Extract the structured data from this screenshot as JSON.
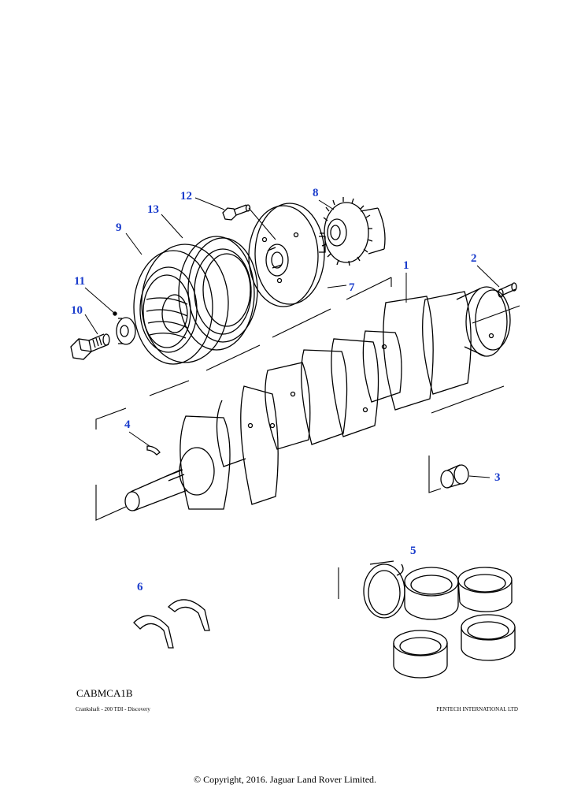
{
  "diagram": {
    "callouts": [
      "1",
      "2",
      "3",
      "4",
      "5",
      "6",
      "7",
      "8",
      "9",
      "10",
      "11",
      "12",
      "13"
    ],
    "code": "CABMCA1B",
    "caption": "Crankshaft - 200 TDI - Discovery",
    "publisher": "PENTECH INTERNATIONAL LTD"
  },
  "footer": {
    "copyright": "© Copyright, 2016. Jaguar Land Rover Limited."
  },
  "colors": {
    "callout": "#1a3ccc",
    "line": "#000000",
    "background": "#ffffff"
  }
}
